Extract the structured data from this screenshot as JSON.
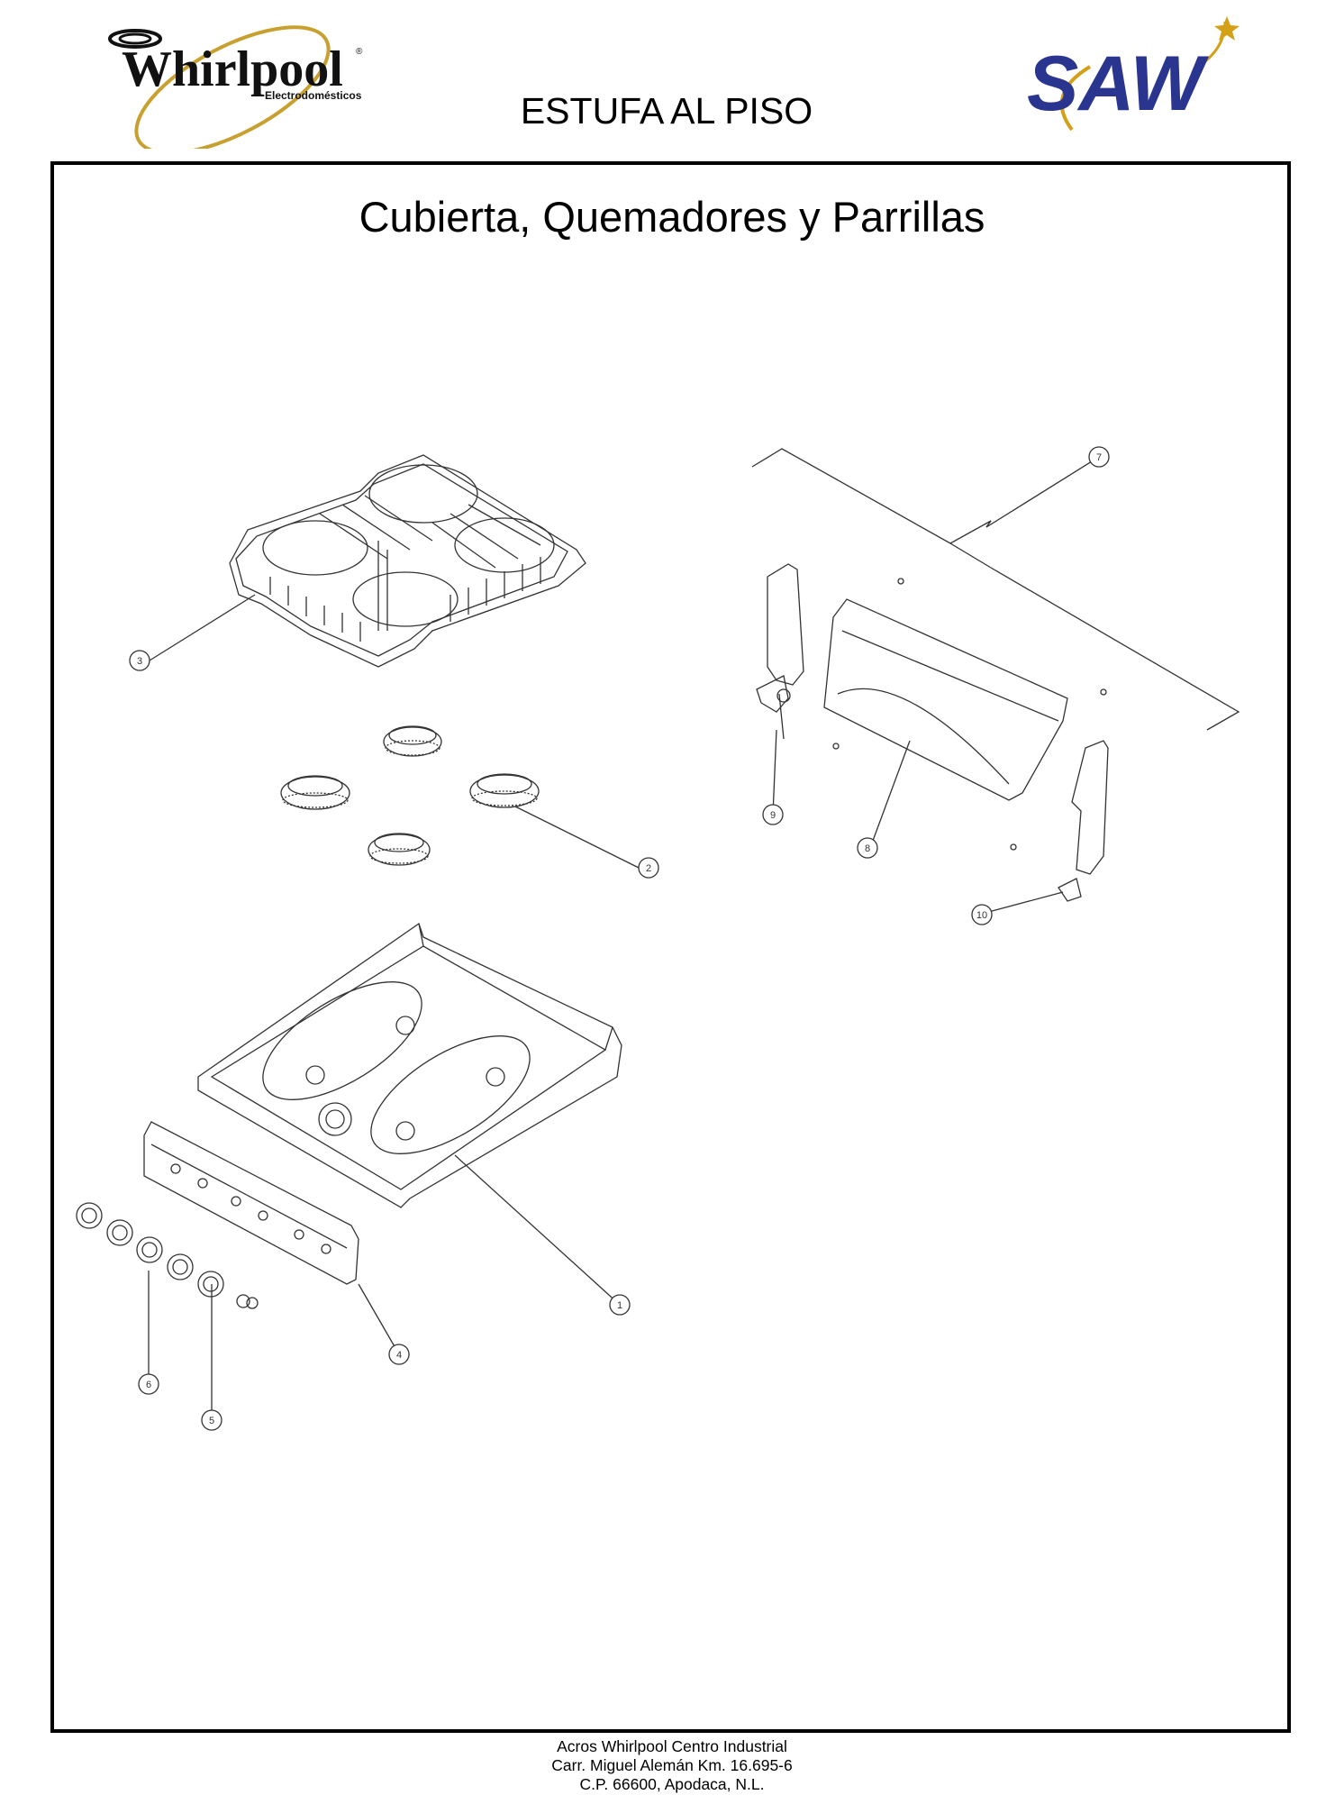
{
  "header": {
    "brand_logo": {
      "name": "Whirlpool",
      "subtitle": "Electrodomésticos",
      "icon": "whirlpool-swirl-logo"
    },
    "partner_logo": {
      "name": "SAW",
      "icon": "saw-star-logo"
    },
    "document_title": "ESTUFA AL PISO"
  },
  "diagram": {
    "title": "Cubierta, Quemadores y Parrillas",
    "callouts": [
      "1",
      "2",
      "3",
      "4",
      "5",
      "6",
      "7",
      "8",
      "9",
      "10"
    ]
  },
  "footer": {
    "line1": "Acros Whirlpool Centro Industrial",
    "line2": "Carr. Miguel Alemán Km. 16.695-6",
    "line3": "C.P. 66600, Apodaca, N.L."
  },
  "colors": {
    "whirlpool_gold": "#c8a030",
    "saw_blue": "#2a3590",
    "saw_star": "#d4a017",
    "line": "#333333"
  }
}
